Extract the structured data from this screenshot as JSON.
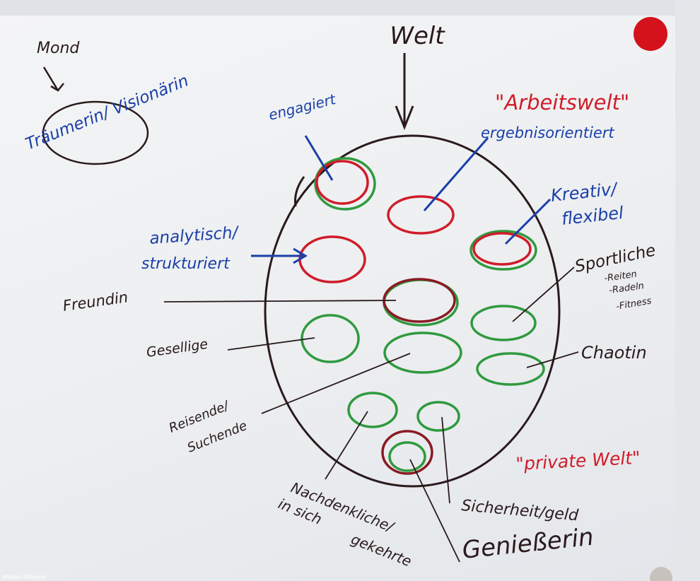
{
  "title": "Welt",
  "moon_label": "Mond",
  "dreamer_label": "Träumerin/ Visionärin",
  "work_world_label": "\"Arbeitswelt\"",
  "private_world_label": "\"private Welt\"",
  "labels": {
    "engagiert": "engagiert",
    "ergebnisorientiert": "ergebnisorientiert",
    "kreativ": "Kreativ/",
    "flexibel": "flexibel",
    "analytisch": "analytisch/",
    "strukturiert": "strukturiert",
    "freundin": "Freundin",
    "gesellige": "Gesellige",
    "reisende": "Reisende/",
    "suchende": "Suchende",
    "sportliche": "Sportliche",
    "sport_items": [
      "-Reiten",
      "-Radeln",
      "-Fitness"
    ],
    "chaotin": "Chaotin",
    "nachdenkliche": "Nachdenkliche/",
    "in_sich": "in sich",
    "gekehrte": "gekehrte",
    "sicherheit": "Sicherheit/geld",
    "geniesserin": "Genießerin"
  },
  "watermark": "Wiebke Rittmeier",
  "colors": {
    "blue": "#1a3fa8",
    "red": "#d01c2a",
    "green": "#2f9a3e",
    "ink": "#2a1a1c",
    "pin": "#d4121c"
  }
}
